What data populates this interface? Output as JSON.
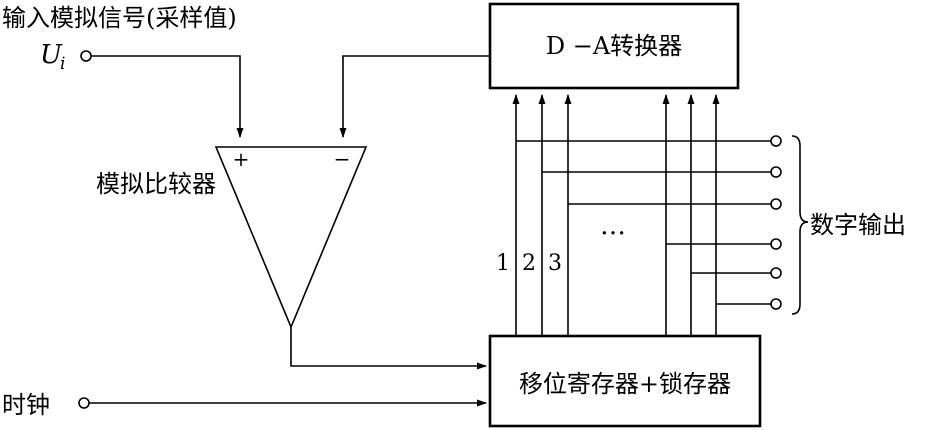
{
  "diagram": {
    "input_label": "输入模拟信号(采样值)",
    "input_terminal_symbol": "U",
    "input_terminal_subscript": "i",
    "dac_label": "D −A转换器",
    "comparator_label": "模拟比较器",
    "comparator_plus": "+",
    "comparator_minus": "−",
    "register_label": "移位寄存器+锁存器",
    "clock_label": "时钟",
    "bit_labels": [
      "1",
      "2",
      "3"
    ],
    "ellipsis": "…",
    "output_label": "数字输出"
  }
}
